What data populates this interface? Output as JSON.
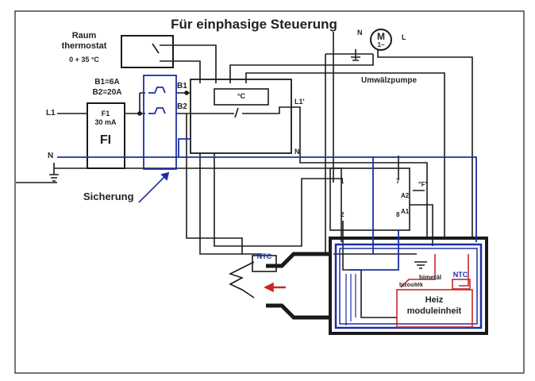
{
  "title": "Für einphasige Steuerung",
  "room_thermostat": {
    "line1": "Raum",
    "line2": "thermostat",
    "range": "0 + 35 °C"
  },
  "breakers": {
    "b1_rating": "B1=6A",
    "b2_rating": "B2=20A",
    "b1": "B1",
    "b2": "B2"
  },
  "rcd": {
    "name": "F1",
    "rating": "30 mA",
    "type": "FI"
  },
  "lines": {
    "l1": "L1",
    "n": "N",
    "l1_prime": "L1'",
    "n_bus": "N"
  },
  "controller": {
    "unit": "°C"
  },
  "pump": {
    "label": "Umwälzpumpe",
    "motor": "M",
    "motor_sub": "1~",
    "n": "N",
    "l": "L"
  },
  "fuse_label": "Sicherung",
  "relay": {
    "t1": "1",
    "t7": "7",
    "t2": "2",
    "t8": "8",
    "a1": "A1",
    "a2": "A2",
    "f": "\"F\""
  },
  "ntc_left": "NTC",
  "ntc_right": "NTC",
  "bimetal": "bimetál",
  "bimetal2": "bizosíték",
  "heater": {
    "line1": "Heiz",
    "line2": "moduleinheit"
  },
  "colors": {
    "wire": "#1a1a1a",
    "blue": "#1c2fa8",
    "red": "#c8272a"
  }
}
